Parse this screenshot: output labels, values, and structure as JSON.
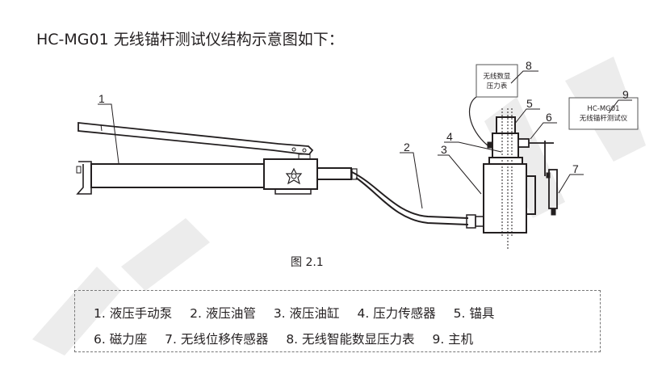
{
  "title": "HC-MG01 无线锚杆测试仪结构示意图如下：",
  "diagram": {
    "callouts": [
      "1",
      "2",
      "3",
      "4",
      "5",
      "6",
      "7",
      "8",
      "9"
    ],
    "box8": {
      "line1": "无线数显",
      "line2": "压力表"
    },
    "box9": {
      "line1": "HC-MG01",
      "line2": "无线锚杆测试仪"
    }
  },
  "caption": "图 2.1",
  "legend": {
    "row1": [
      "1. 液压手动泵",
      "2. 液压油管",
      "3. 液压油缸",
      "4. 压力传感器",
      "5. 锚具"
    ],
    "row2": [
      "6. 磁力座",
      "7. 无线位移传感器",
      "8. 无线智能数显压力表",
      "9. 主机"
    ]
  }
}
